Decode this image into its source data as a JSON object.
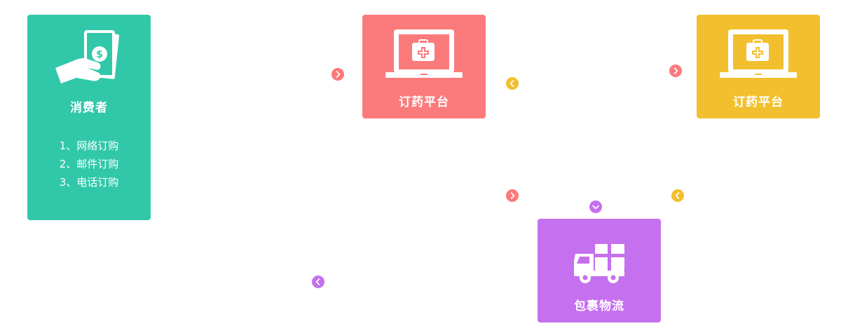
{
  "consumer": {
    "title": "消费者",
    "methods": [
      "1、网络订购",
      "2、邮件订购",
      "3、电话订购"
    ],
    "icon": "money-hand-icon",
    "color": "#31c8a9"
  },
  "platform_left": {
    "title": "订药平台",
    "icon": "laptop-medkit-icon",
    "color": "#fb7a7c"
  },
  "platform_right": {
    "title": "订药平台",
    "icon": "laptop-medkit-icon",
    "color": "#f2c02e"
  },
  "logistics": {
    "title": "包裹物流",
    "icon": "delivery-truck-icon",
    "color": "#c570ee"
  },
  "arrows": [
    {
      "direction": "right",
      "color": "#fb7a7c"
    },
    {
      "direction": "left",
      "color": "#f2c02e"
    },
    {
      "direction": "right",
      "color": "#fb7a7c"
    },
    {
      "direction": "right",
      "color": "#fb7a7c"
    },
    {
      "direction": "down",
      "color": "#c570ee"
    },
    {
      "direction": "left",
      "color": "#f2c02e"
    },
    {
      "direction": "left",
      "color": "#c570ee"
    }
  ]
}
